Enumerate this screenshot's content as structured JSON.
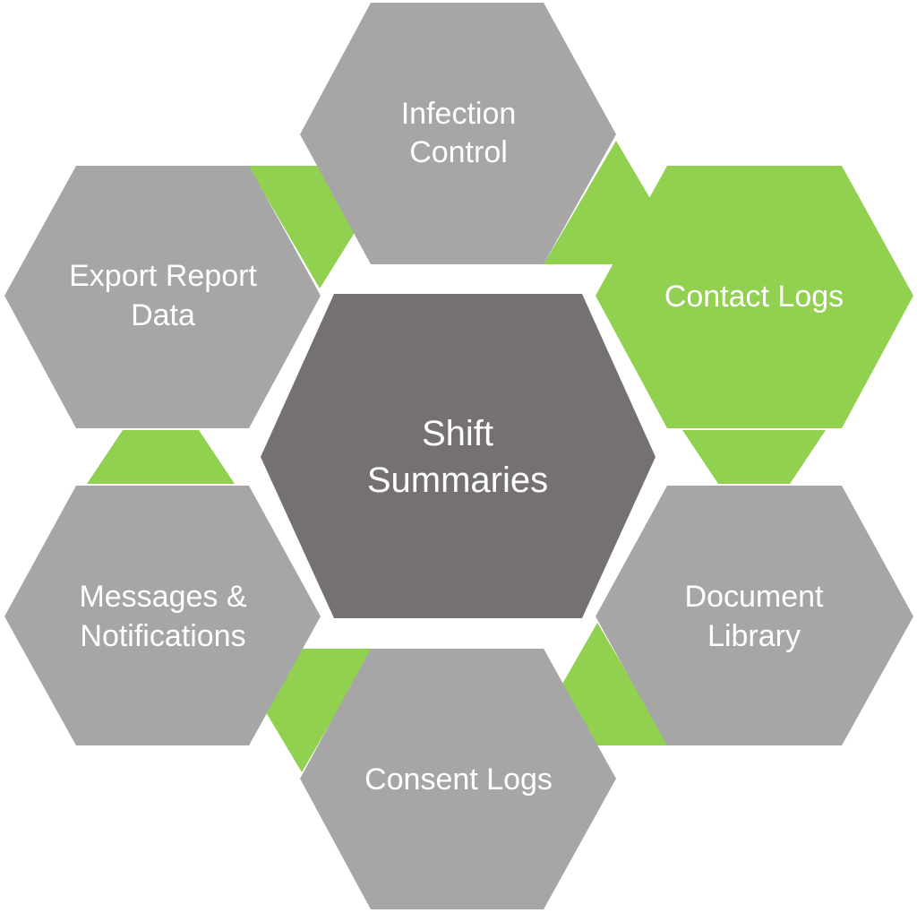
{
  "colors": {
    "outer_hex": "#a6a6a6",
    "center_hex": "#767171",
    "highlight_hex": "#92d050",
    "connector": "#92d050",
    "text": "#ffffff",
    "background": "#ffffff"
  },
  "hexagons": {
    "center": {
      "line1": "Shift",
      "line2": "Summaries"
    },
    "infection_control": {
      "line1": "Infection",
      "line2": "Control"
    },
    "contact_logs": {
      "line1": "Contact Logs"
    },
    "document_library": {
      "line1": "Document",
      "line2": "Library"
    },
    "consent_logs": {
      "line1": "Consent  Logs"
    },
    "messages_notifications": {
      "line1": "Messages &",
      "line2": "Notifications"
    },
    "export_report_data": {
      "line1": "Export Report",
      "line2": "Data"
    }
  }
}
